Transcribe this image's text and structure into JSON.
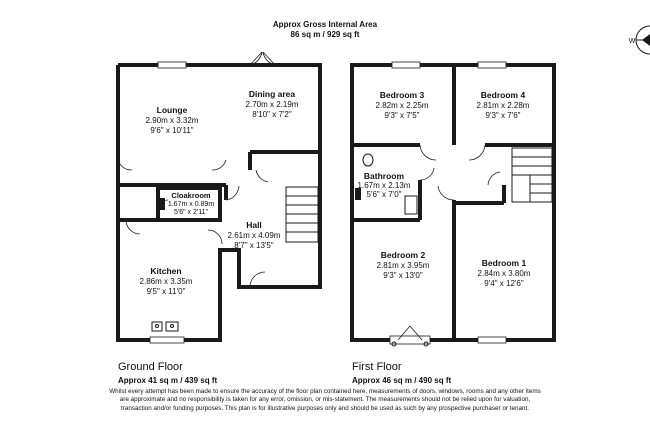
{
  "header": {
    "title": "Approx Gross Internal Area",
    "area": "86 sq m / 929 sq ft"
  },
  "compass": {
    "label": "W"
  },
  "ground_floor": {
    "name": "Ground Floor",
    "area": "Approx 41 sq m / 439 sq ft",
    "rooms": [
      {
        "name": "Lounge",
        "metric": "2.90m x 3.32m",
        "imperial": "9'6\" x 10'11\""
      },
      {
        "name": "Dining area",
        "metric": "2.70m x 2.19m",
        "imperial": "8'10\" x 7'2\""
      },
      {
        "name": "Cloakroom",
        "metric": "1.67m x 0.89m",
        "imperial": "5'6\" x 2'11\""
      },
      {
        "name": "Hall",
        "metric": "2.61m x 4.09m",
        "imperial": "8'7\" x 13'5\""
      },
      {
        "name": "Kitchen",
        "metric": "2.86m x 3.35m",
        "imperial": "9'5\" x 11'0\""
      }
    ]
  },
  "first_floor": {
    "name": "First Floor",
    "area": "Approx 46 sq m / 490 sq ft",
    "rooms": [
      {
        "name": "Bedroom 3",
        "metric": "2.82m x 2.25m",
        "imperial": "9'3\" x 7'5\""
      },
      {
        "name": "Bedroom 4",
        "metric": "2.81m x 2.28m",
        "imperial": "9'3\" x 7'6\""
      },
      {
        "name": "Bathroom",
        "metric": "1.67m x 2.13m",
        "imperial": "5'6\" x 7'0\""
      },
      {
        "name": "Bedroom 2",
        "metric": "2.81m x 3.95m",
        "imperial": "9'3\" x 13'0\""
      },
      {
        "name": "Bedroom 1",
        "metric": "2.84m x 3.80m",
        "imperial": "9'4\" x 12'6\""
      }
    ]
  },
  "disclaimer": "Whilst every attempt has been made to ensure the accuracy of the floor plan contained here, measurements of doors, windows, rooms and any other items are approximate and no responsibility is taken for any error, omission, or mis-statement. The measurements should not be relied upon for valuation, transaction and/or funding purposes. This plan is for illustrative purposes only and should be used as such by any prospective purchaser or tenant."
}
